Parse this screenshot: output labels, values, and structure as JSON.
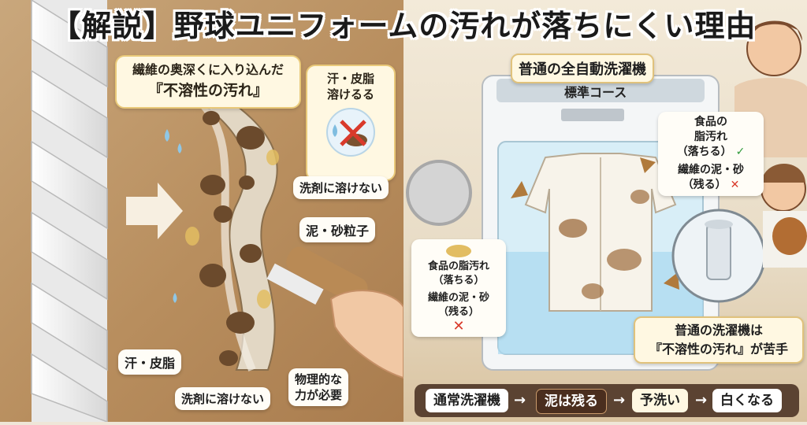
{
  "title": "【解説】野球ユニフォームの汚れが落ちにくい理由",
  "left": {
    "insoluble_heading_line1": "繊維の奥深くに入り込んだ",
    "insoluble_heading_line2": "『不溶性の汚れ』",
    "sweat_bubble_line1": "汗・皮脂",
    "sweat_bubble_line2": "溶けるる",
    "not_dissolve_top": "洗剤に溶けない",
    "mud_label": "泥・砂粒子",
    "sweat_label": "汗・皮脂",
    "not_dissolve_bottom": "洗剤に溶けない",
    "physical_line1": "物理的な",
    "physical_line2": "力が必要"
  },
  "right": {
    "machine_heading": "普通の全自動洗濯機",
    "course_label": "標準コース",
    "grease_line1": "食品の",
    "grease_line2": "脂汚れ",
    "grease_line3": "（落ちる）",
    "mud_line1": "繊維の泥・砂",
    "mud_line2": "（残る）",
    "left_grease_line1": "食品の脂汚れ",
    "left_grease_line2": "（落ちる）",
    "left_mud_line1": "繊維の泥・砂",
    "left_mud_line2": "（残る）",
    "bottom_note_line1": "普通の洗濯機は",
    "bottom_note_line2": "『不溶性の汚れ』が苦手",
    "check_mark": "✓",
    "cross_mark": "✕"
  },
  "flow": {
    "steps": [
      "通常洗濯機",
      "泥は残る",
      "予洗い",
      "白くなる"
    ],
    "arrow": "→"
  }
}
